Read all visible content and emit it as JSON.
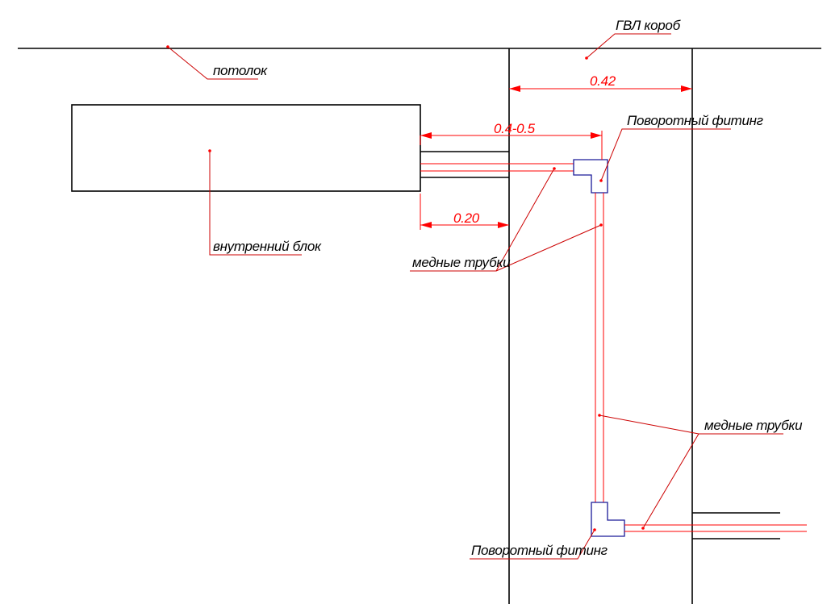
{
  "colors": {
    "line": "#000000",
    "pipe": "#ff0000",
    "leader": "#cc0000",
    "fitting": "#1a1a99",
    "dimension": "#ff0000"
  },
  "labels": {
    "ceiling": "потолок",
    "gvl_box": "ГВЛ короб",
    "indoor_unit": "внутренний блок",
    "copper_pipes_left": "медные трубки",
    "copper_pipes_right": "медные трубки",
    "fitting_top": "Поворотный фитинг",
    "fitting_bottom": "Поворотный фитинг"
  },
  "dimensions": {
    "box_width": "0.42",
    "unit_to_fitting": "0.4-0.5",
    "unit_to_box": "0.20"
  }
}
